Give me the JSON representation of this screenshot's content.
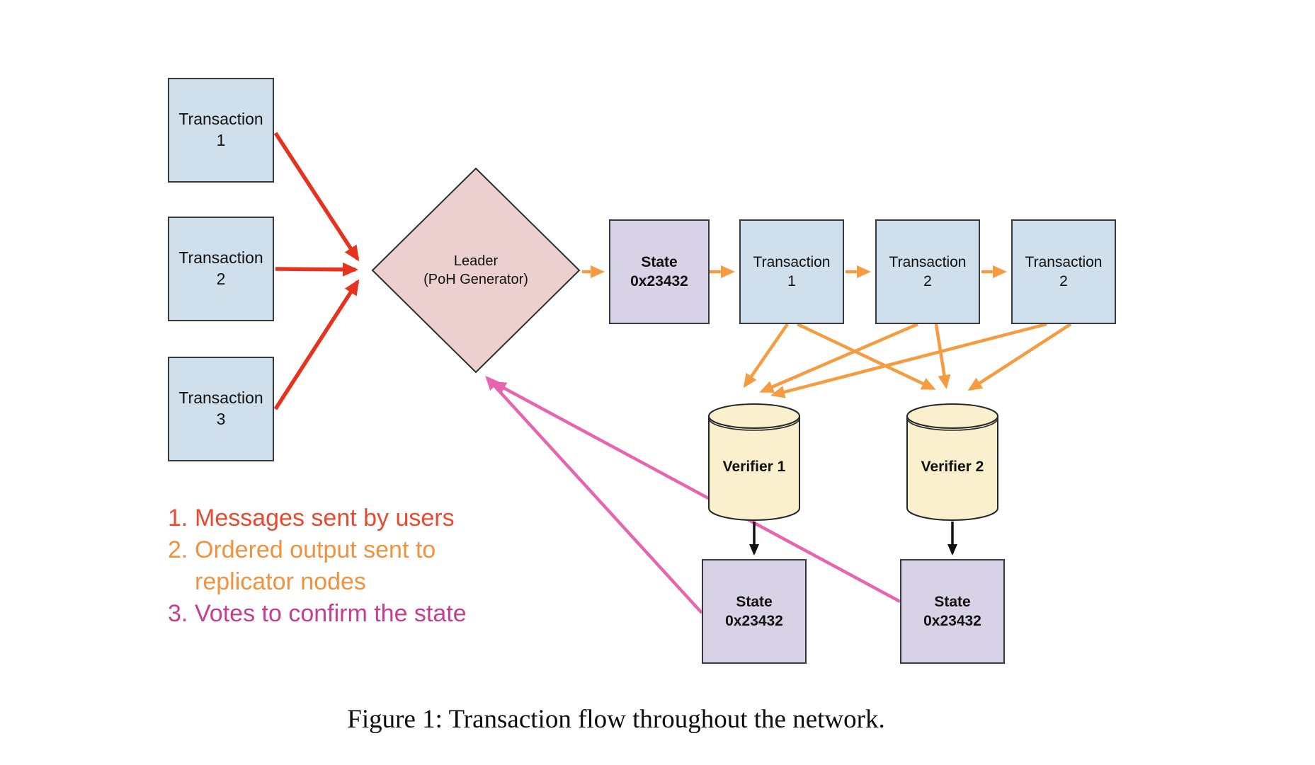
{
  "nodes": {
    "tx_inputs": [
      "Transaction\n1",
      "Transaction\n2",
      "Transaction\n3"
    ],
    "leader": "Leader\n(PoH Generator)",
    "generated_state": "State\n0x23432",
    "sequence": [
      "Transaction\n1",
      "Transaction\n2",
      "Transaction\n2"
    ],
    "verifiers": [
      "Verifier 1",
      "Verifier 2"
    ],
    "verifier_states": [
      "State\n0x23432",
      "State\n0x23432"
    ]
  },
  "legend": {
    "items": [
      {
        "number": "1.",
        "text": "Messages sent by users",
        "color": "#e84a2f"
      },
      {
        "number": "2.",
        "text": "Ordered output sent to replicator nodes",
        "color": "#f0923e"
      },
      {
        "number": "3.",
        "text": "Votes to confirm the state",
        "color": "#c53e90"
      }
    ]
  },
  "caption": "Figure 1: Transaction flow throughout the network.",
  "colors": {
    "user_message_arrow": "#e6331f",
    "ordered_output_arrow": "#f59b40",
    "vote_arrow": "#e765ae",
    "state_arrow": "#111111",
    "transaction_box": "#cfdfeb",
    "state_box": "#d8d2e6",
    "leader_diamond": "#ecd0d0",
    "verifier_cylinder": "#faf0cd",
    "shape_border": "#2a2d30"
  }
}
